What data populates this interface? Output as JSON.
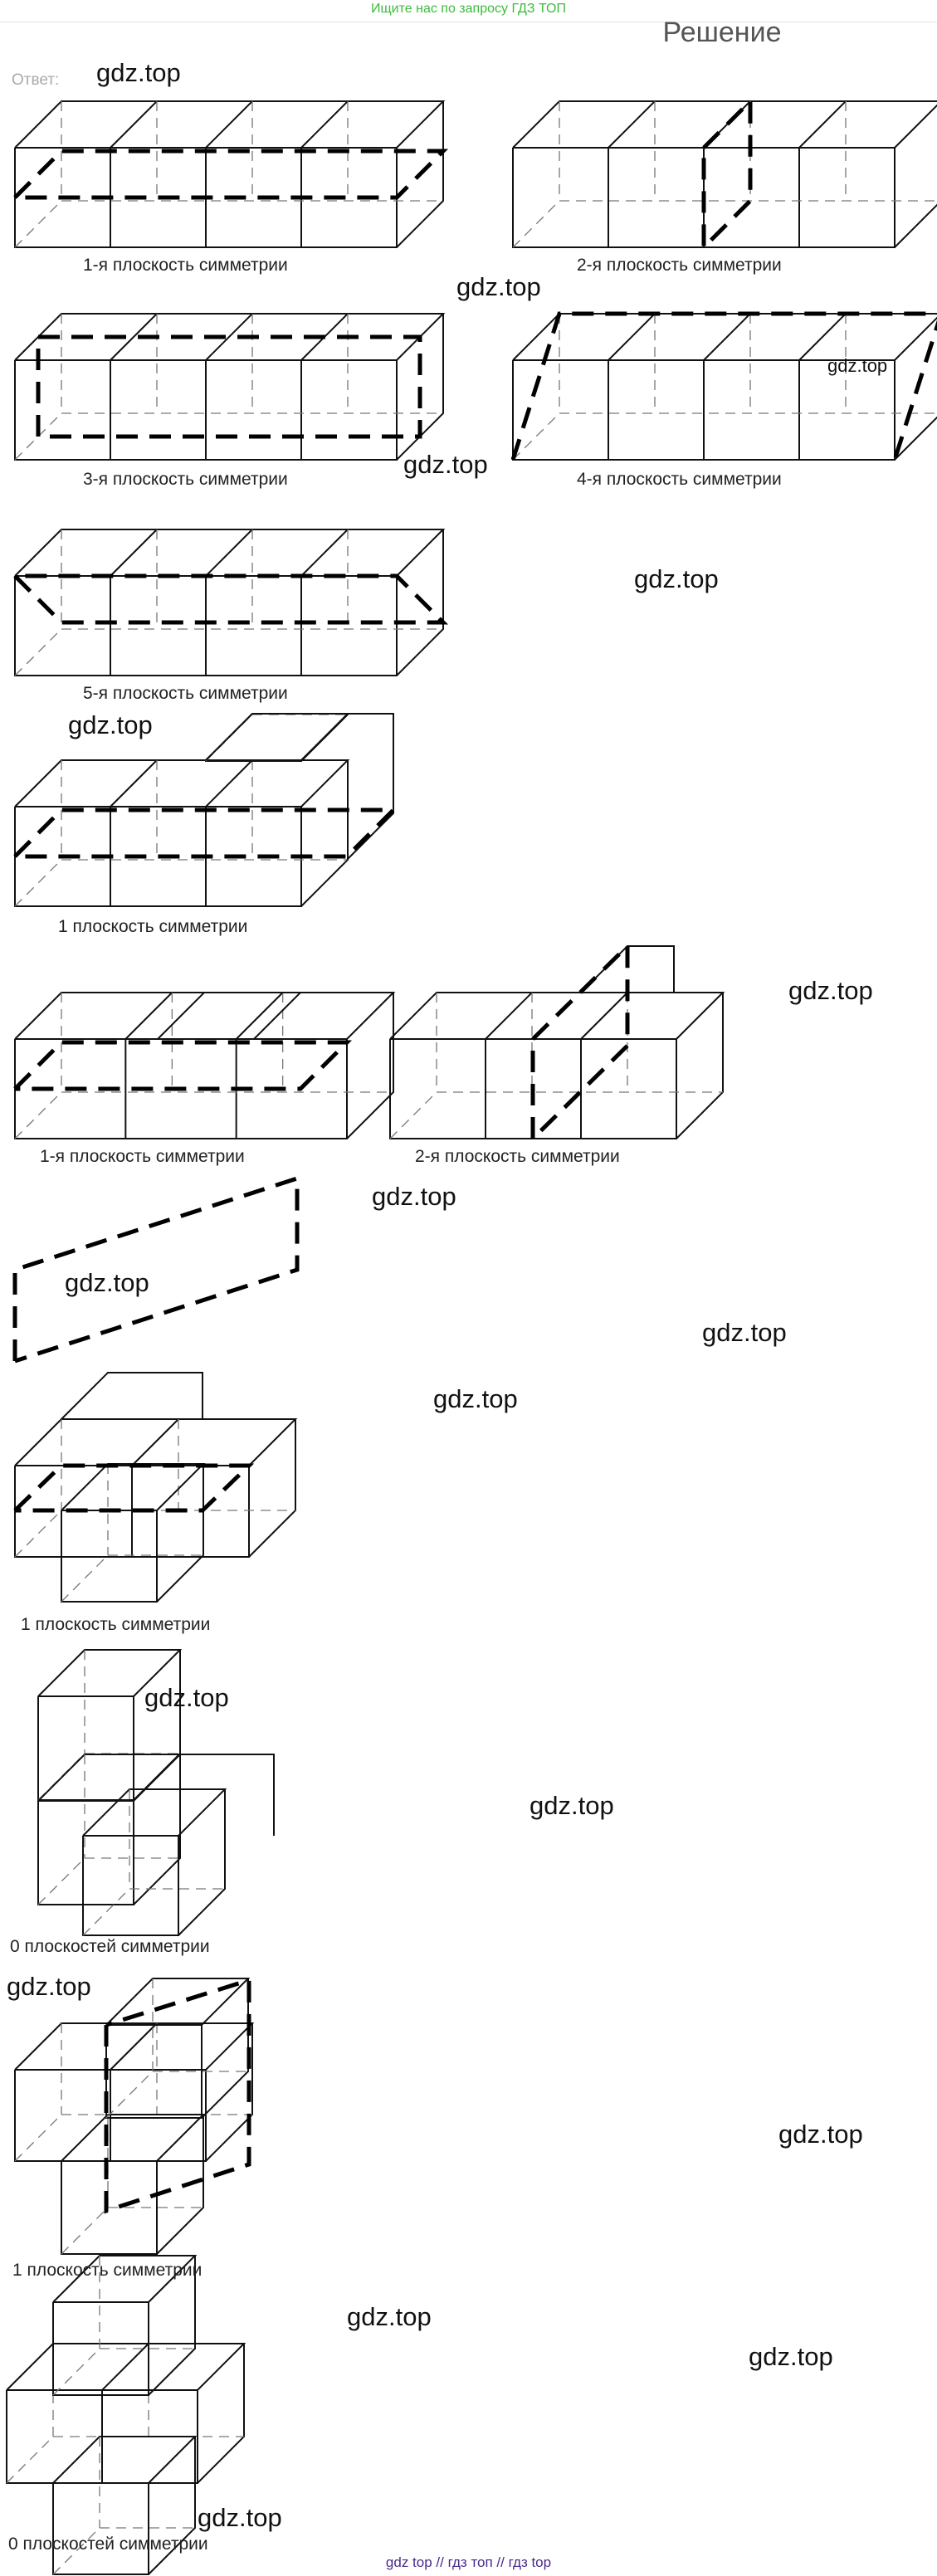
{
  "header": {
    "banner": "Ищите нас по запросу ГДЗ ТОП",
    "title": "Решение",
    "answer_label": "Ответ:"
  },
  "captions": {
    "c1": "1-я плоскость симметрии",
    "c2": "2-я плоскость симметрии",
    "c3": "3-я плоскость симметрии",
    "c4": "4-я плоскость симметрии",
    "c5": "5-я плоскость симметрии",
    "c6": "1 плоскость симметрии",
    "c7": "1-я плоскость симметрии",
    "c8": "2-я плоскость симметрии",
    "c9": "1 плоскость симметрии",
    "c10": "0 плоскостей симметрии",
    "c11": "1 плоскость симметрии",
    "c12": "0 плоскостей симметрии"
  },
  "watermark": "gdz.top",
  "footer": "gdz top  //  гдз топ  //  гдз top"
}
